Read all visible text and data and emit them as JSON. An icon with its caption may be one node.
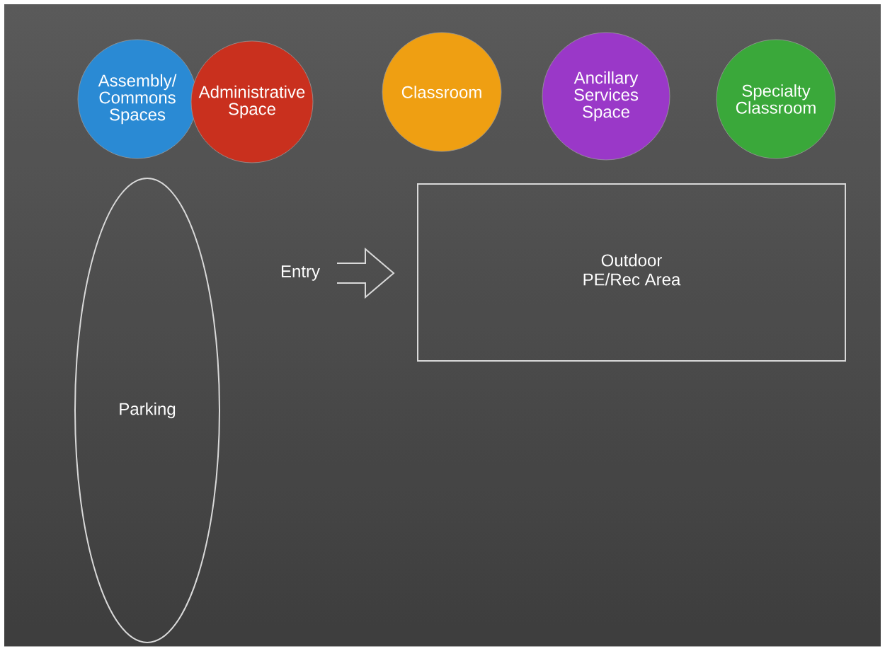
{
  "diagram": {
    "nodes": [
      {
        "text": [
          "Assembly/ Commons Spaces"
        ]
      },
      {
        "text": [
          "Administrative Space"
        ]
      },
      {
        "text": [
          "Classroom"
        ]
      },
      {
        "text": [
          "Ancillary Services Space"
        ]
      },
      {
        "text": [
          "Specialty Classroom"
        ]
      },
      {
        "text": [
          "Parking"
        ]
      },
      {
        "text": [
          "Entry"
        ]
      },
      {
        "text": [
          "Outdoor PE/Rec Area"
        ]
      }
    ],
    "edges": []
  }
}
